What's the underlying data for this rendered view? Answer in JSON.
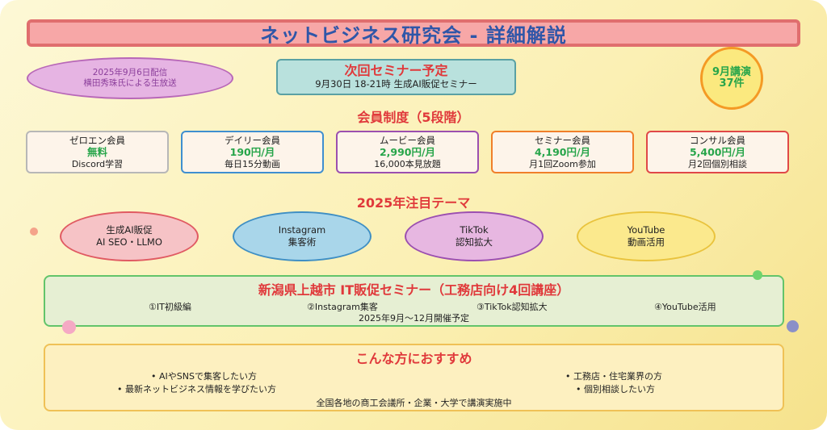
{
  "title": "ネットビジネス研究会 - 詳細解説",
  "broadcast": {
    "line1": "2025年9月6日配信",
    "line2": "横田秀珠氏による生放送"
  },
  "next_seminar": {
    "heading": "次回セミナー予定",
    "detail": "9月30日 18-21時 生成AI販促セミナー"
  },
  "lectures": {
    "line1": "9月講演",
    "line2": "37件"
  },
  "membership": {
    "heading": "会員制度（5段階）",
    "tiers": [
      {
        "name": "ゼロエン会員",
        "price": "無料",
        "desc": "Discord学習",
        "border": "#b7b7b7"
      },
      {
        "name": "デイリー会員",
        "price": "190円/月",
        "desc": "毎日15分動画",
        "border": "#3f8fd0"
      },
      {
        "name": "ムービー会員",
        "price": "2,990円/月",
        "desc": "16,000本見放題",
        "border": "#9b4fb0"
      },
      {
        "name": "セミナー会員",
        "price": "4,190円/月",
        "desc": "月1回Zoom参加",
        "border": "#f07f2a"
      },
      {
        "name": "コンサル会員",
        "price": "5,400円/月",
        "desc": "月2回個別相談",
        "border": "#e04848"
      }
    ]
  },
  "themes": {
    "heading": "2025年注目テーマ",
    "items": [
      {
        "line1": "生成AI販促",
        "line2": "AI SEO・LLMO",
        "fill": "#f6c3c6",
        "border": "#e05a62"
      },
      {
        "line1": "Instagram",
        "line2": "集客術",
        "fill": "#a9d6ea",
        "border": "#3f8fc4"
      },
      {
        "line1": "TikTok",
        "line2": "認知拡大",
        "fill": "#e7b7e1",
        "border": "#9b4fb0"
      },
      {
        "line1": "YouTube",
        "line2": "動画活用",
        "fill": "#fbe98d",
        "border": "#e9c33d"
      }
    ]
  },
  "niigata": {
    "heading": "新潟県上越市 IT販促セミナー（工務店向け4回講座）",
    "lectures": [
      "①IT初級編",
      "②Instagram集客",
      "③TikTok認知拡大",
      "④YouTube活用"
    ],
    "period": "2025年9月～12月開催予定"
  },
  "recommend": {
    "heading": "こんな方におすすめ",
    "left": [
      "• AIやSNSで集客したい方",
      "• 最新ネットビジネス情報を学びたい方"
    ],
    "right": [
      "• 工務店・住宅業界の方",
      "• 個別相談したい方"
    ],
    "footer": "全国各地の商工会議所・企業・大学で講演実施中"
  },
  "colors": {
    "accent_red": "#e0393b",
    "price_green": "#27a54a",
    "title_blue": "#2f56a8"
  }
}
